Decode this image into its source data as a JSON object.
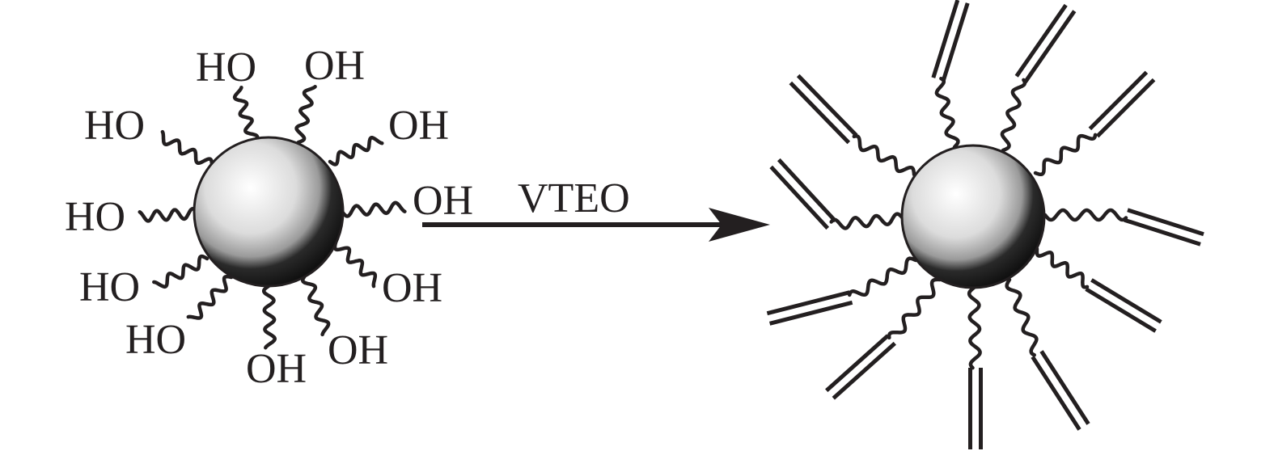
{
  "diagram": {
    "reagent": "VTEO",
    "left_particle": {
      "groups": [
        "HO",
        "OH",
        "HO",
        "OH",
        "HO",
        "OH",
        "HO",
        "OH",
        "HO",
        "OH",
        "OH"
      ]
    },
    "colors": {
      "ink": "#231f20",
      "sphere_highlight": "#ffffff",
      "sphere_mid": "#c8c8c8",
      "sphere_shadow": "#1a1a1a"
    }
  }
}
